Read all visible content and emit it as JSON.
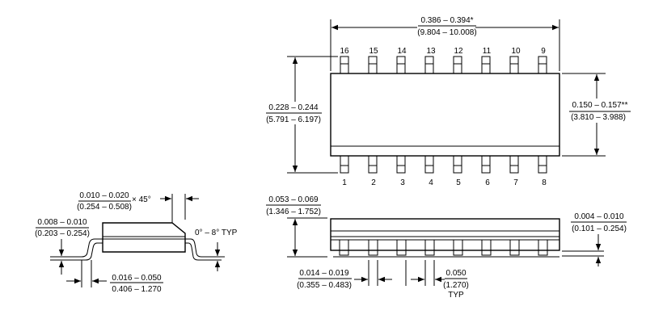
{
  "top_view": {
    "length": {
      "inch": "0.386 – 0.394*",
      "mm": "(9.804 – 10.008)"
    },
    "lead_span": {
      "inch": "0.228 – 0.244",
      "mm": "(5.791 – 6.197)"
    },
    "body_width": {
      "inch": "0.150 – 0.157**",
      "mm": "(3.810 – 3.988)"
    },
    "pins_top": [
      "16",
      "15",
      "14",
      "13",
      "12",
      "11",
      "10",
      "9"
    ],
    "pins_bottom": [
      "1",
      "2",
      "3",
      "4",
      "5",
      "6",
      "7",
      "8"
    ]
  },
  "front_view": {
    "height": {
      "inch": "0.053 – 0.069",
      "mm": "(1.346 – 1.752)"
    },
    "standoff": {
      "inch": "0.004 – 0.010",
      "mm": "(0.101 – 0.254)"
    },
    "lead_width": {
      "inch": "0.014 – 0.019",
      "mm": "(0.355 – 0.483)"
    },
    "pitch": {
      "inch": "0.050",
      "mm": "(1.270)",
      "note": "TYP"
    }
  },
  "side_view": {
    "chamfer": {
      "inch": "0.010 – 0.020",
      "suffix": "× 45°",
      "mm": "(0.254 – 0.508)"
    },
    "lead_thickness": {
      "inch": "0.008 – 0.010",
      "mm": "(0.203 – 0.254)"
    },
    "angle": "0° – 8° TYP",
    "foot_length": {
      "inch": "0.016 – 0.050",
      "mm": "0.406 – 1.270"
    }
  }
}
